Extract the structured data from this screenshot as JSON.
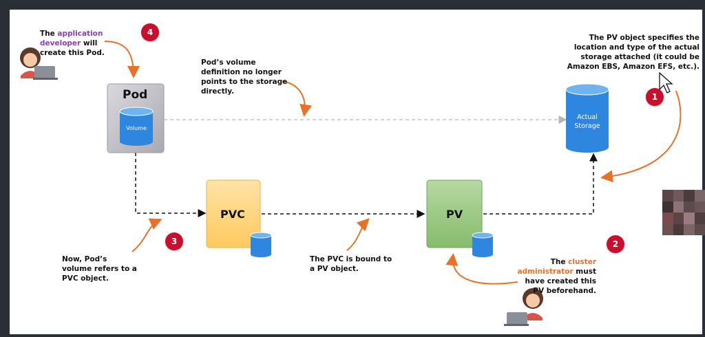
{
  "badges": {
    "b1": "1",
    "b2": "2",
    "b3": "3",
    "b4": "4"
  },
  "pod": {
    "title": "Pod",
    "volume": "Volume"
  },
  "pvc": {
    "title": "PVC"
  },
  "pv": {
    "title": "PV"
  },
  "storage": {
    "line1": "Actual",
    "line2": "Storage"
  },
  "notes": {
    "developer": {
      "pre": "The ",
      "hl": "application developer",
      "post": " will create this Pod."
    },
    "volume_def": "Pod’s volume definition no longer points to the storage directly.",
    "pv_object": "The PV object specifies the location and type of the actual storage attached (it could be Amazon EBS, Amazon EFS, etc.).",
    "refers": "Now, Pod’s volume refers to a PVC object.",
    "bound": "The PVC is bound to a PV object.",
    "admin": {
      "pre": "The ",
      "hl": "cluster administrator",
      "post": " must have created this PV beforehand."
    }
  },
  "colors": {
    "badge": "#c8102e",
    "arrow_orange": "#e8712a",
    "pvc_fill": "#ffd27a",
    "pv_fill": "#93c47d",
    "pod_fill": "#c7c7cc",
    "cylinder": "#2e86de"
  }
}
